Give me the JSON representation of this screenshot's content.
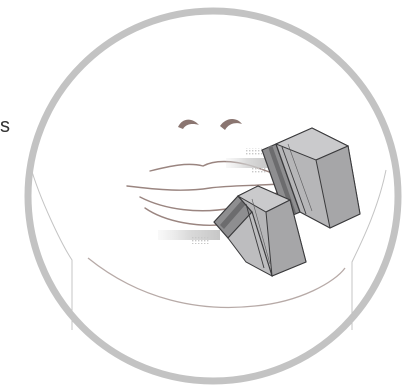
{
  "figure": {
    "stray_text": "s",
    "colors": {
      "circle_ring": "#c3c3c3",
      "face_lines": "#9a8580",
      "outline_lines": "#bdbdbd",
      "device_body": "#b5b5b7",
      "device_face": "#9a9a9c",
      "device_edge": "#3a3a3c",
      "glow": "#cfcfcf"
    },
    "elements": {
      "circle": "circular-frame",
      "face": "lower-face-illustration",
      "devices": [
        "treatment-applicator-upper",
        "treatment-applicator-lower"
      ]
    }
  }
}
